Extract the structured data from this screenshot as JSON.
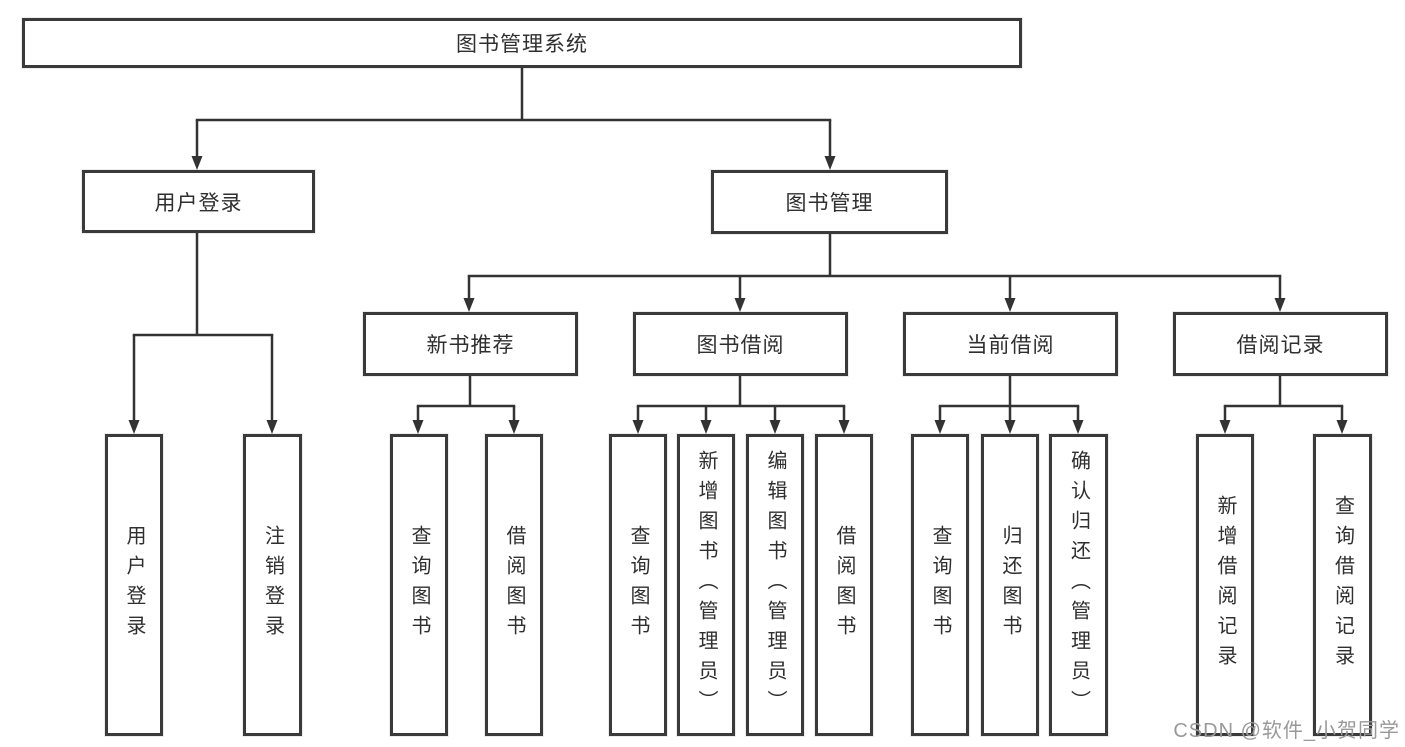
{
  "diagram": {
    "root": "图书管理系统",
    "branches": [
      {
        "label": "用户登录",
        "children": [
          "用户登录",
          "注销登录"
        ]
      },
      {
        "label": "图书管理",
        "children": [
          {
            "label": "新书推荐",
            "children": [
              "查询图书",
              "借阅图书"
            ]
          },
          {
            "label": "图书借阅",
            "children": [
              "查询图书",
              "新增图书（管理员）",
              "编辑图书（管理员）",
              "借阅图书"
            ]
          },
          {
            "label": "当前借阅",
            "children": [
              "查询图书",
              "归还图书",
              "确认归还（管理员）"
            ]
          },
          {
            "label": "借阅记录",
            "children": [
              "新增借阅记录",
              "查询借阅记录"
            ]
          }
        ]
      }
    ]
  },
  "colors": {
    "line": "#333333",
    "border": "#3a3a3a",
    "text": "#2f2f2f",
    "watermark_text": "#999999"
  },
  "watermark": "CSDN @软件_小贺同学"
}
